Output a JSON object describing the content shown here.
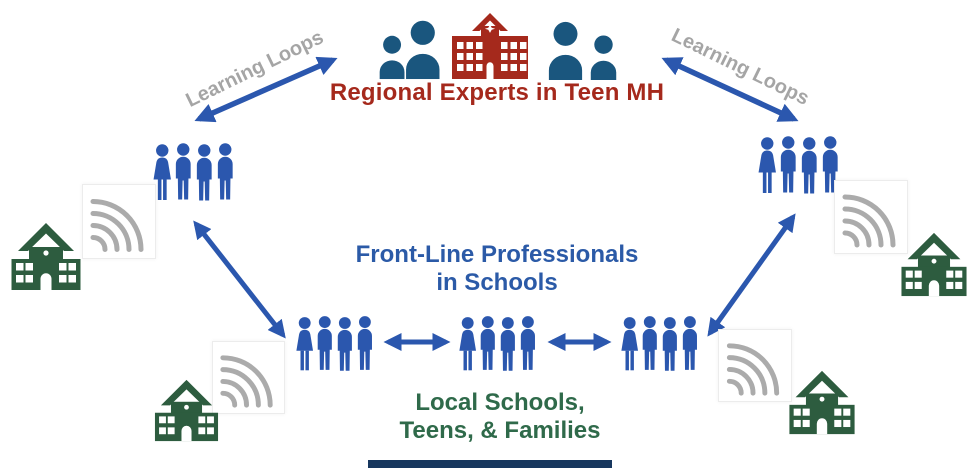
{
  "diagram": {
    "top": {
      "title": "Regional Experts in Teen MH"
    },
    "loops": {
      "left_label": "Learning Loops",
      "right_label": "Learning Loops"
    },
    "middle": {
      "line1": "Front-Line Professionals",
      "line2": "in Schools"
    },
    "bottom": {
      "line1": "Local Schools,",
      "line2": "Teens, & Families"
    },
    "colors": {
      "expert_red": "#A5291C",
      "people_royal_blue": "#2B57AE",
      "people_dark_blue": "#1A567E",
      "arrow_blue": "#2B57AE",
      "middle_text_blue": "#2B5AA7",
      "school_green": "#2D5C3F",
      "bottom_text_green": "#2F6A4A",
      "loop_label_gray": "#A5A5A5",
      "wifi_gray": "#ABABAB",
      "footer_bar_navy": "#17375E"
    },
    "icons": {
      "regional_experts": "people-pair-icon + school-building-icon (red)",
      "professional_group": "people-row-icon (4 figures, blue)",
      "telehealth_link": "wifi-signal-icon (gray arcs on white card)",
      "local_school": "school-building-icon (green)",
      "connections": "double-headed-arrow"
    }
  }
}
